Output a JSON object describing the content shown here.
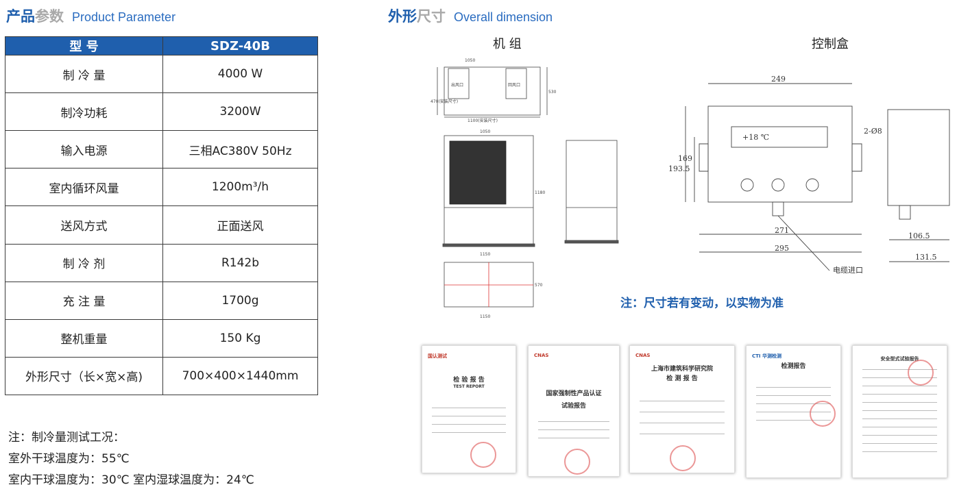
{
  "left_heading": {
    "strong": "产品",
    "light": "参数",
    "en": "Product Parameter"
  },
  "right_heading": {
    "strong": "外形",
    "light": "尺寸",
    "en": "Overall dimension"
  },
  "table": {
    "header": [
      "型 号",
      "SDZ-40B"
    ],
    "rows": [
      [
        "制 冷 量",
        "4000 W"
      ],
      [
        "制冷功耗",
        "3200W"
      ],
      [
        "输入电源",
        "三相AC380V 50Hz"
      ],
      [
        "室内循环风量",
        "1200m³/h"
      ],
      [
        "送风方式",
        "正面送风"
      ],
      [
        "制 冷 剂",
        "R142b"
      ],
      [
        "充 注 量",
        "1700g"
      ],
      [
        "整机重量",
        "150 Kg"
      ],
      [
        "外形尺寸（长×宽×高)",
        "700×400×1440mm"
      ]
    ]
  },
  "notes": [
    "注：制冷量测试工况：",
    "室外干球温度为：55℃",
    "室内干球温度为：30℃    室内湿球温度为：24℃"
  ],
  "drawing": {
    "unit_label": "机 组",
    "box_label": "控制盒",
    "dims": {
      "d249": "249",
      "d271": "271",
      "d295": "295",
      "d1935": "193.5",
      "d169": "169",
      "d1065": "106.5",
      "d1315": "131.5",
      "holes": "2-Ø8",
      "cable": "电缆进口",
      "display": "+18 ℃",
      "outlet": "出风口",
      "inlet": "回风口",
      "w1050a": "1050",
      "w1100": "1100(安装尺寸)",
      "h530": "530",
      "h470": "470(安装尺寸)",
      "w1050b": "1050",
      "h1180": "1180",
      "w1150a": "1150",
      "h570": "570",
      "w1150b": "1150"
    },
    "note": "注：尺寸若有变动，以实物为准"
  },
  "certificates": [
    {
      "title": "检 验 报 告",
      "subtitle": "TEST REPORT",
      "logo": "国认测试"
    },
    {
      "title": "国家强制性产品认证",
      "subtitle": "试验报告",
      "logo": "CNAS"
    },
    {
      "title": "上海市建筑科学研究院",
      "subtitle": "检 测 报 告",
      "logo": "CNAS"
    },
    {
      "title": "检测报告",
      "subtitle": "",
      "logo": "CTI 华测检测"
    },
    {
      "title": "安全型式试验报告",
      "subtitle": "",
      "logo": ""
    }
  ]
}
